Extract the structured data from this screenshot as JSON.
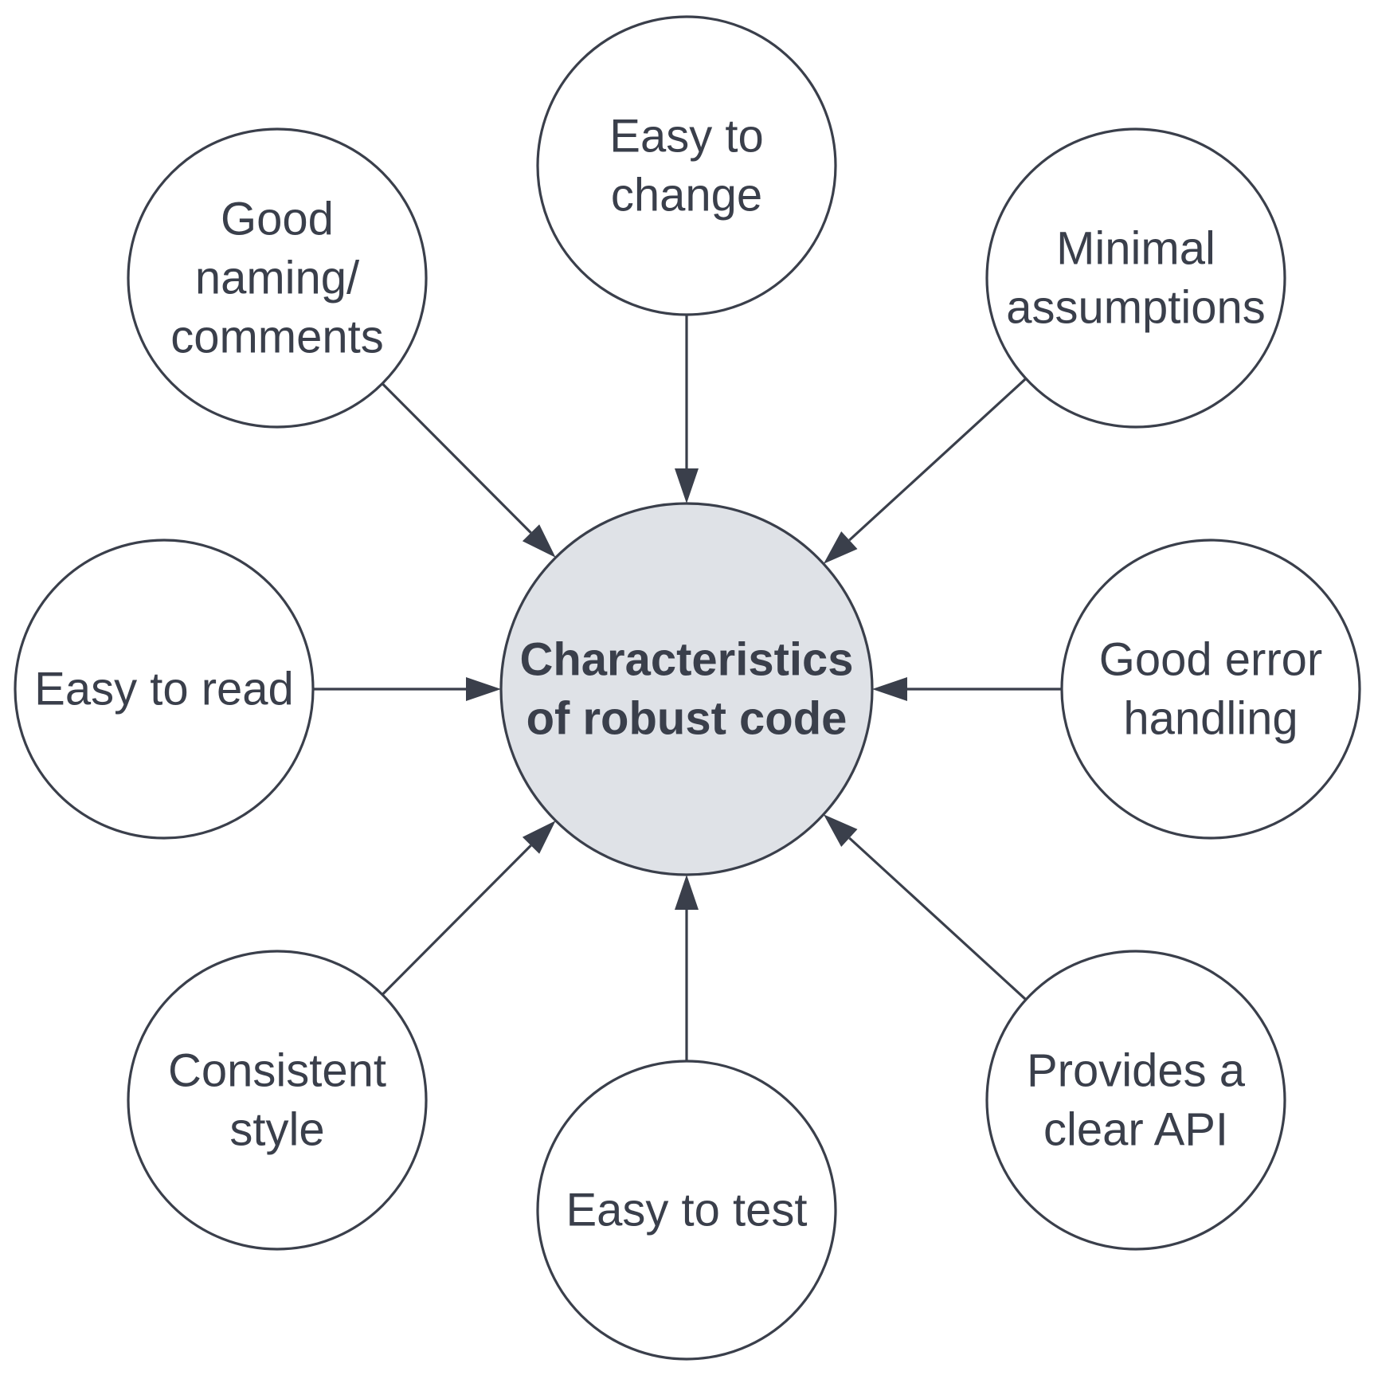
{
  "diagram": {
    "center": {
      "lines": [
        "Characteristics",
        "of robust code"
      ]
    },
    "nodes": [
      {
        "id": "easy-to-change",
        "lines": [
          "Easy to",
          "change"
        ]
      },
      {
        "id": "minimal-assumptions",
        "lines": [
          "Minimal",
          "assumptions"
        ]
      },
      {
        "id": "good-error-handling",
        "lines": [
          "Good error",
          "handling"
        ]
      },
      {
        "id": "provides-clear-api",
        "lines": [
          "Provides a",
          "clear API"
        ]
      },
      {
        "id": "easy-to-test",
        "lines": [
          "Easy to test"
        ]
      },
      {
        "id": "consistent-style",
        "lines": [
          "Consistent",
          "style"
        ]
      },
      {
        "id": "easy-to-read",
        "lines": [
          "Easy to read"
        ]
      },
      {
        "id": "good-naming-comments",
        "lines": [
          "Good",
          "naming/",
          "comments"
        ]
      }
    ],
    "edges": [
      {
        "from": "easy-to-change",
        "to": "center"
      },
      {
        "from": "minimal-assumptions",
        "to": "center"
      },
      {
        "from": "good-error-handling",
        "to": "center"
      },
      {
        "from": "provides-clear-api",
        "to": "center"
      },
      {
        "from": "easy-to-test",
        "to": "center"
      },
      {
        "from": "consistent-style",
        "to": "center"
      },
      {
        "from": "easy-to-read",
        "to": "center"
      },
      {
        "from": "good-naming-comments",
        "to": "center"
      }
    ],
    "colors": {
      "stroke": "#3a3f4b",
      "center_fill": "#dfe2e7",
      "node_fill": "#ffffff",
      "text": "#3a3f4b"
    }
  }
}
